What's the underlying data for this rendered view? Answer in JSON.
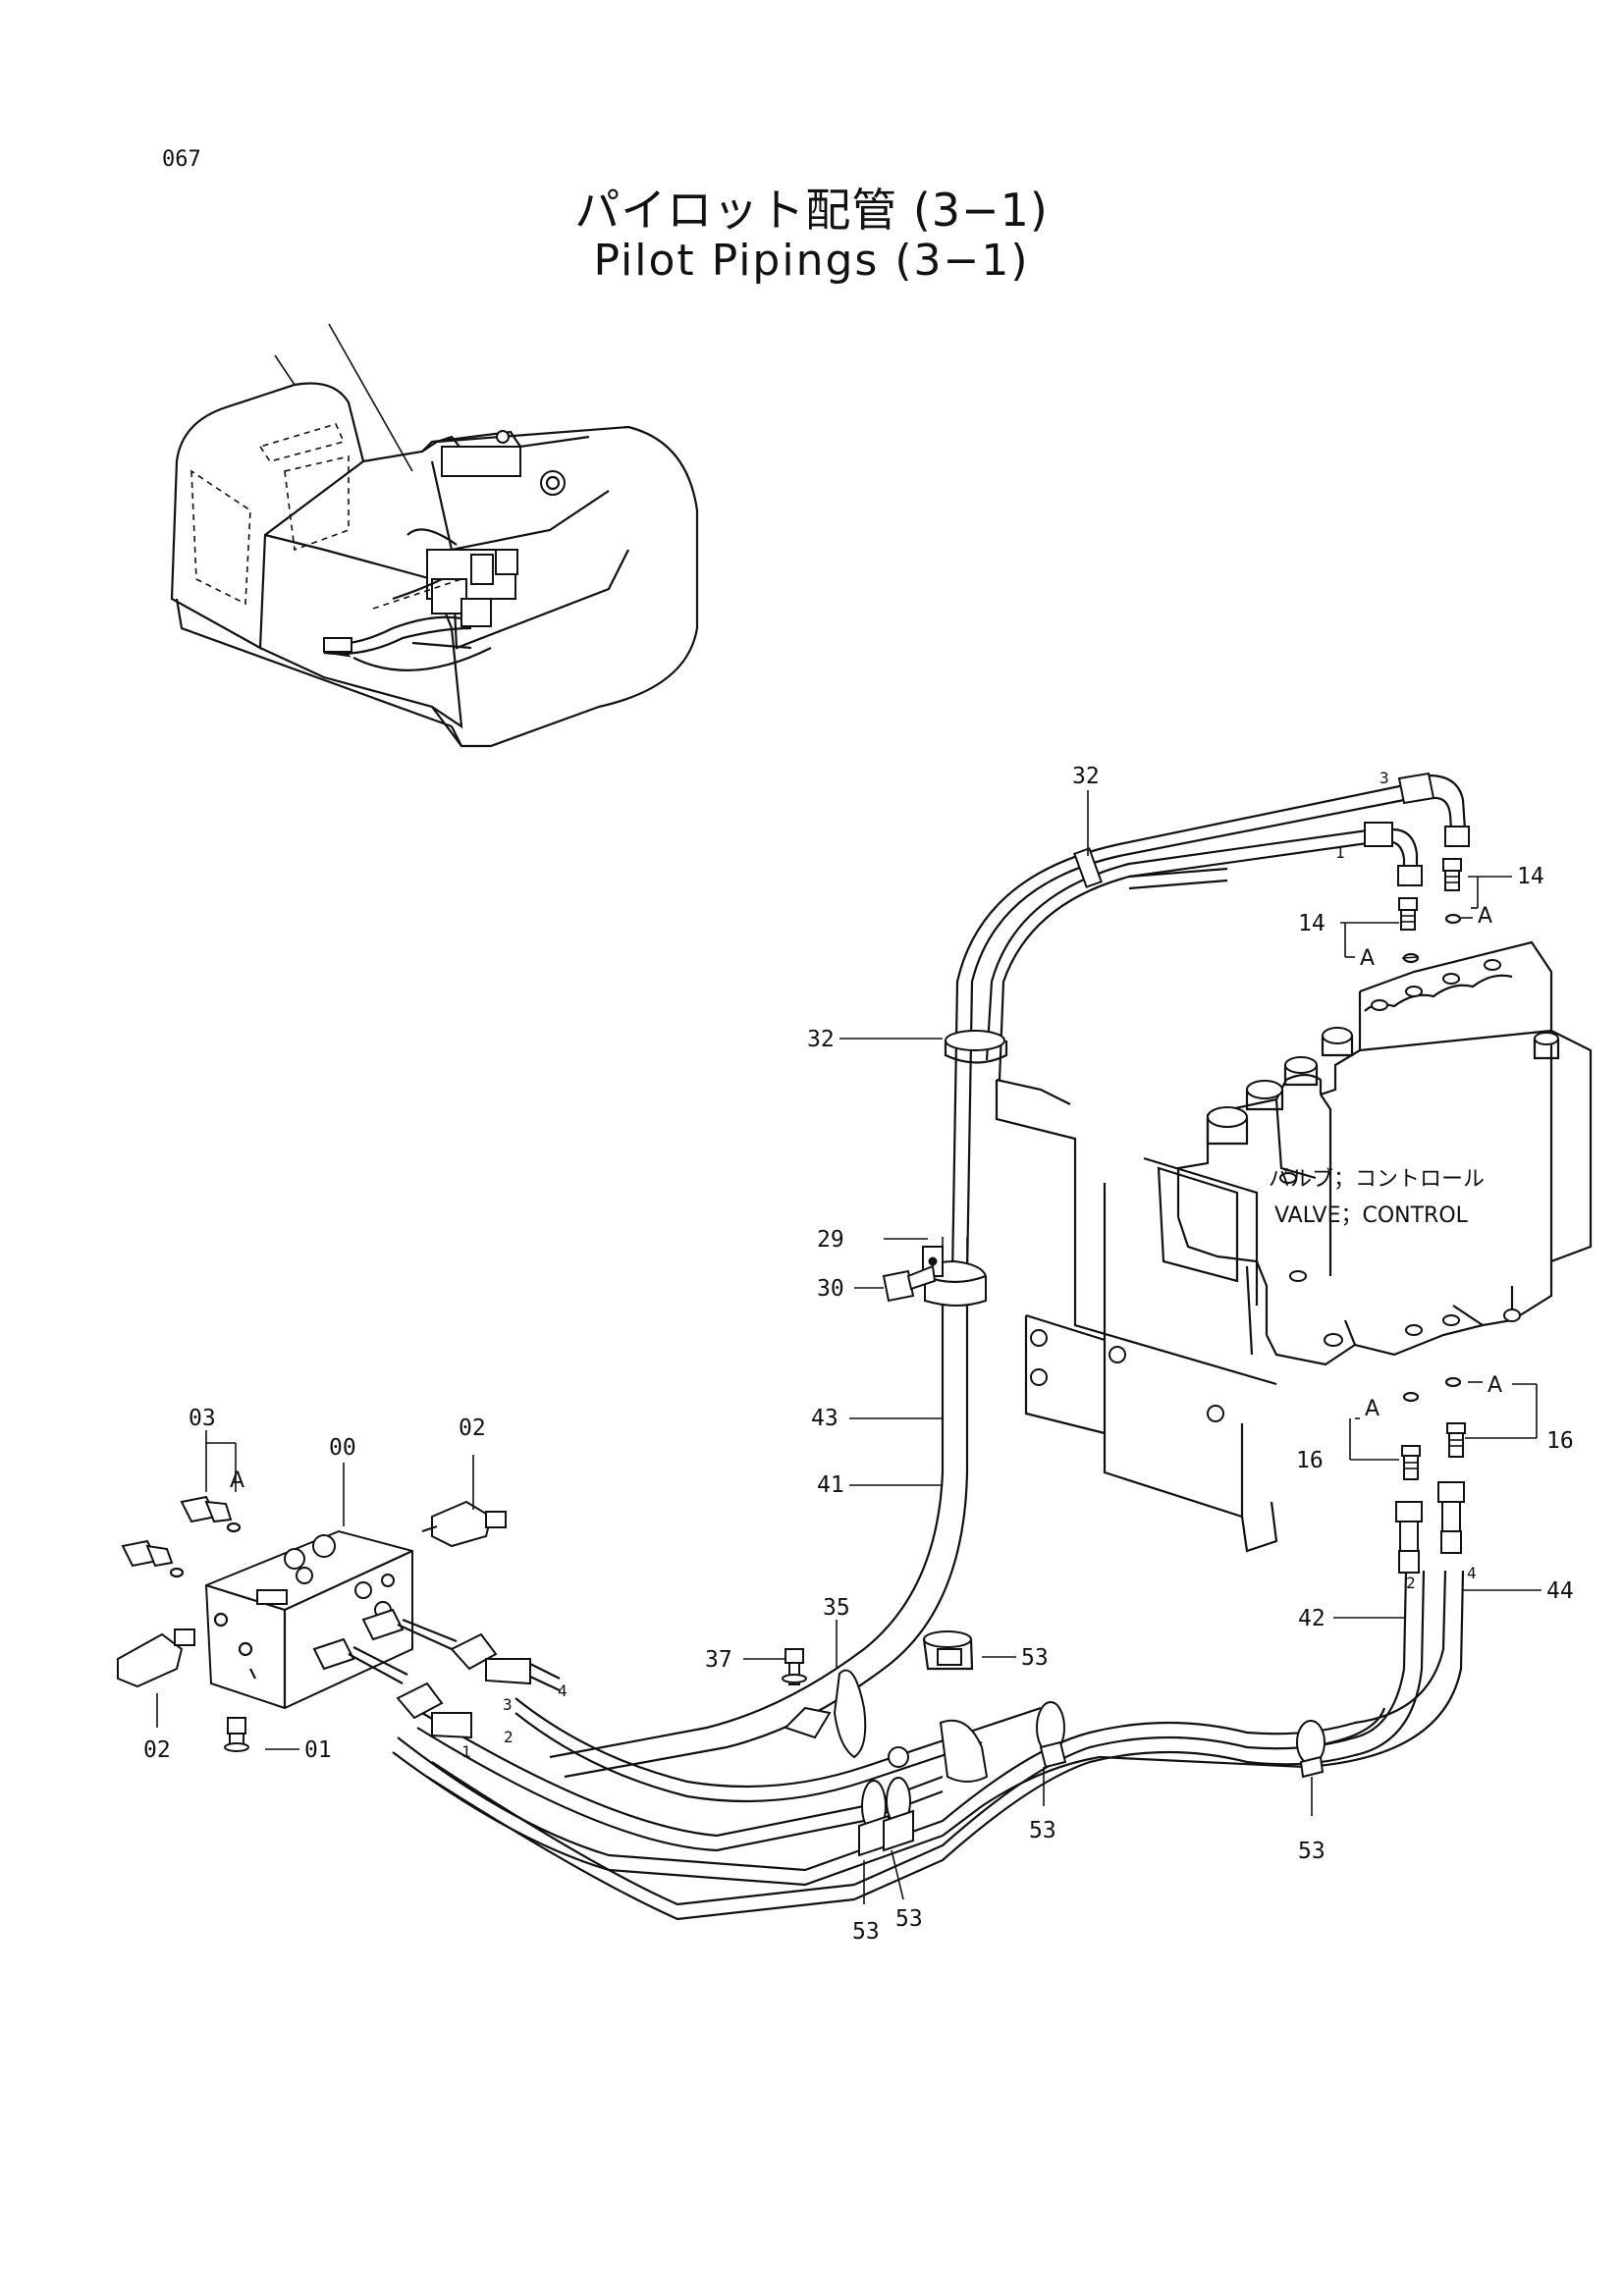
{
  "page_number": "067",
  "title_jp": "パイロット配管 (3−1)",
  "title_en": "Pilot Pipings (3−1)",
  "valve_label_jp": "バルブ；コントロール",
  "valve_label_en": "VALVE；CONTROL",
  "callouts": {
    "c32_top": "32",
    "c32_mid": "32",
    "c14_right": "14",
    "c14_left": "14",
    "a_top_right": "A",
    "a_top_left": "A",
    "c29": "29",
    "c30": "30",
    "c43": "43",
    "c41": "41",
    "c03": "03",
    "c00": "00",
    "c02_top": "02",
    "a_left": "A",
    "c02_bottom": "02",
    "c01": "01",
    "c35": "35",
    "c37": "37",
    "c53_a": "53",
    "c53_b": "53",
    "c53_c": "53",
    "c53_d": "53",
    "c53_e": "53",
    "c16_left": "16",
    "c16_right": "16",
    "a_bottom_left": "A",
    "a_bottom_right": "A",
    "c42": "42",
    "c44": "44"
  },
  "port_marks": {
    "p3_top": "3",
    "p1_top": "1",
    "p2_bottom": "2",
    "p4_bottom": "4",
    "p4_left": "4",
    "p3_left": "3",
    "p2_left": "2",
    "p1_left": "1"
  }
}
